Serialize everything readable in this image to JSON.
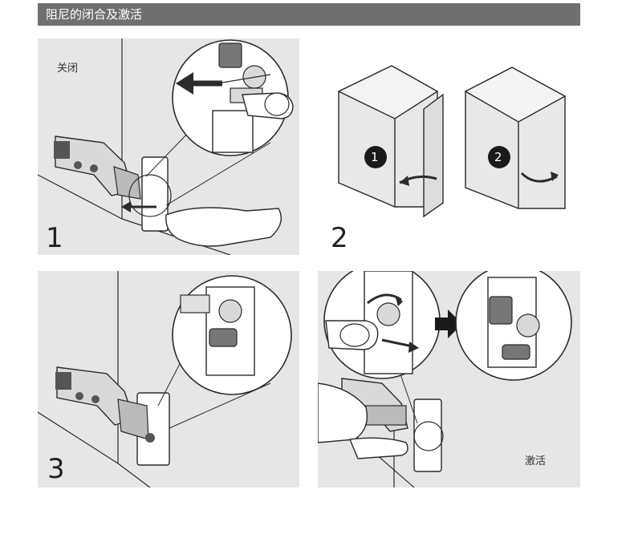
{
  "header": {
    "title": "阻尼的闭合及激活"
  },
  "panels": {
    "p1": {
      "label": "关闭",
      "number": "1"
    },
    "p2": {
      "number": "2",
      "badge1": "1",
      "badge2": "2"
    },
    "p3": {
      "number": "3"
    },
    "p4": {
      "label": "激活"
    }
  },
  "colors": {
    "header_bg": "#707070",
    "panel_bg": "#e6e6e6",
    "line": "#2b2b2b",
    "metal": "#d9d9d9",
    "dark_metal": "#555555"
  }
}
